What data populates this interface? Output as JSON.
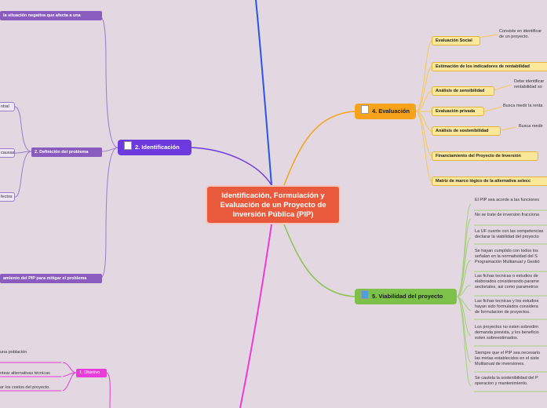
{
  "central": {
    "title": "Identificación, Formulación y Evaluación de un Proyecto de Inversión Pública (PIP)"
  },
  "left": {
    "identificacion": {
      "label": "2. Identificación",
      "icon": "document-icon",
      "situacion": "la situación negativa que afecta a una",
      "definicion": "2. Definición del problema",
      "definicion_children": [
        "ntral",
        "causas",
        "fectos"
      ],
      "planteamiento": "amiento del PIP para mitigar el problema"
    },
    "formulacion": {
      "texts": [
        "una población",
        "ntear alternativas técnicas",
        "ar los costos del proyecto."
      ],
      "objetivo": "1. Objetivo"
    }
  },
  "evaluacion": {
    "label": "4. Evaluación",
    "icon": "document-icon",
    "items": [
      {
        "label": "Evaluación Social",
        "note": "Consiste en identificar\nde un proyecto."
      },
      {
        "label": "Estimación de los indicadores de rentabilidad",
        "note": ""
      },
      {
        "label": "Análisis de sensibilidad",
        "note": "Debe identificar\nrentabilidad so"
      },
      {
        "label": "Evaluación privada",
        "note": "Busca medir la renta"
      },
      {
        "label": "Análisis de sostenibilidad",
        "note": "Busca medir"
      },
      {
        "label": "Financiamiento del Proyecto de Inversión",
        "note": ""
      },
      {
        "label": "Matriz de marco lógico de la alternativa selecc",
        "note": ""
      }
    ]
  },
  "viabilidad": {
    "label": "5. Viabilidad del proyecto",
    "icon": "monitor-icon",
    "items": [
      "El PIP sea acorde a las funciones",
      "No se trate de inversion fracciona",
      "La UF cuente con las competencias\ndeclarar la viabilidad del proyecto",
      "Se hayan cumplido con todos los\nseñalan en la normatividad  del S\nProgramación Multianual y Gestió",
      "Las fichas tecnicas o estudios de\nelaborados considerando parame\nsectoriales, asi como parametros",
      "Las fichas tecnicas y los estudios\nhayan sido formulados considera\nde formulacion de proyectos.",
      "Los proyectos no esten sobredim\ndemanda prevista, y los beneficio\nesten sobreestimados.",
      "Siempre que el PIP sea necesario\nlas metas establecidos en el siste\nMultianual de inversiones.",
      "Se cautela la sostenibilidad del P\noperacion y mantenimiento."
    ]
  },
  "colors": {
    "background": "#e3d7e1",
    "central": "#e95a3c",
    "identificacion": "#6c3adf",
    "evaluacion": "#f6a21a",
    "viabilidad": "#7dc04a",
    "formulacion": "#e83bd9",
    "top_branch": "#2b55e6"
  }
}
